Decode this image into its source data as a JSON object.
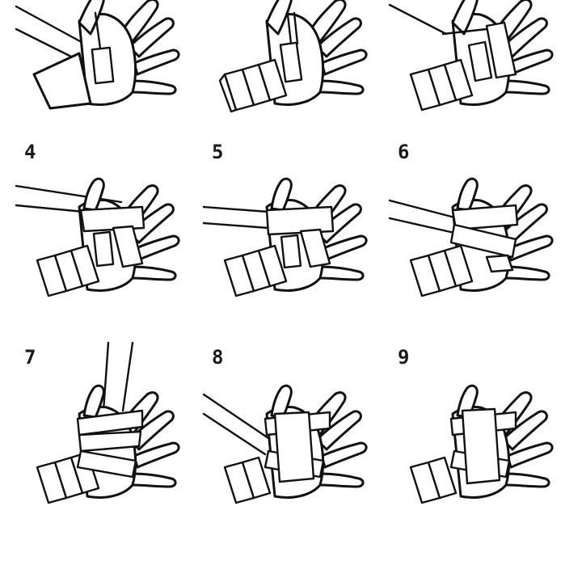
{
  "steps": [
    {
      "number": ""
    },
    {
      "number": ""
    },
    {
      "number": ""
    },
    {
      "number": "4"
    },
    {
      "number": "5"
    },
    {
      "number": "6"
    },
    {
      "number": "7"
    },
    {
      "number": "8"
    },
    {
      "number": "9"
    }
  ]
}
